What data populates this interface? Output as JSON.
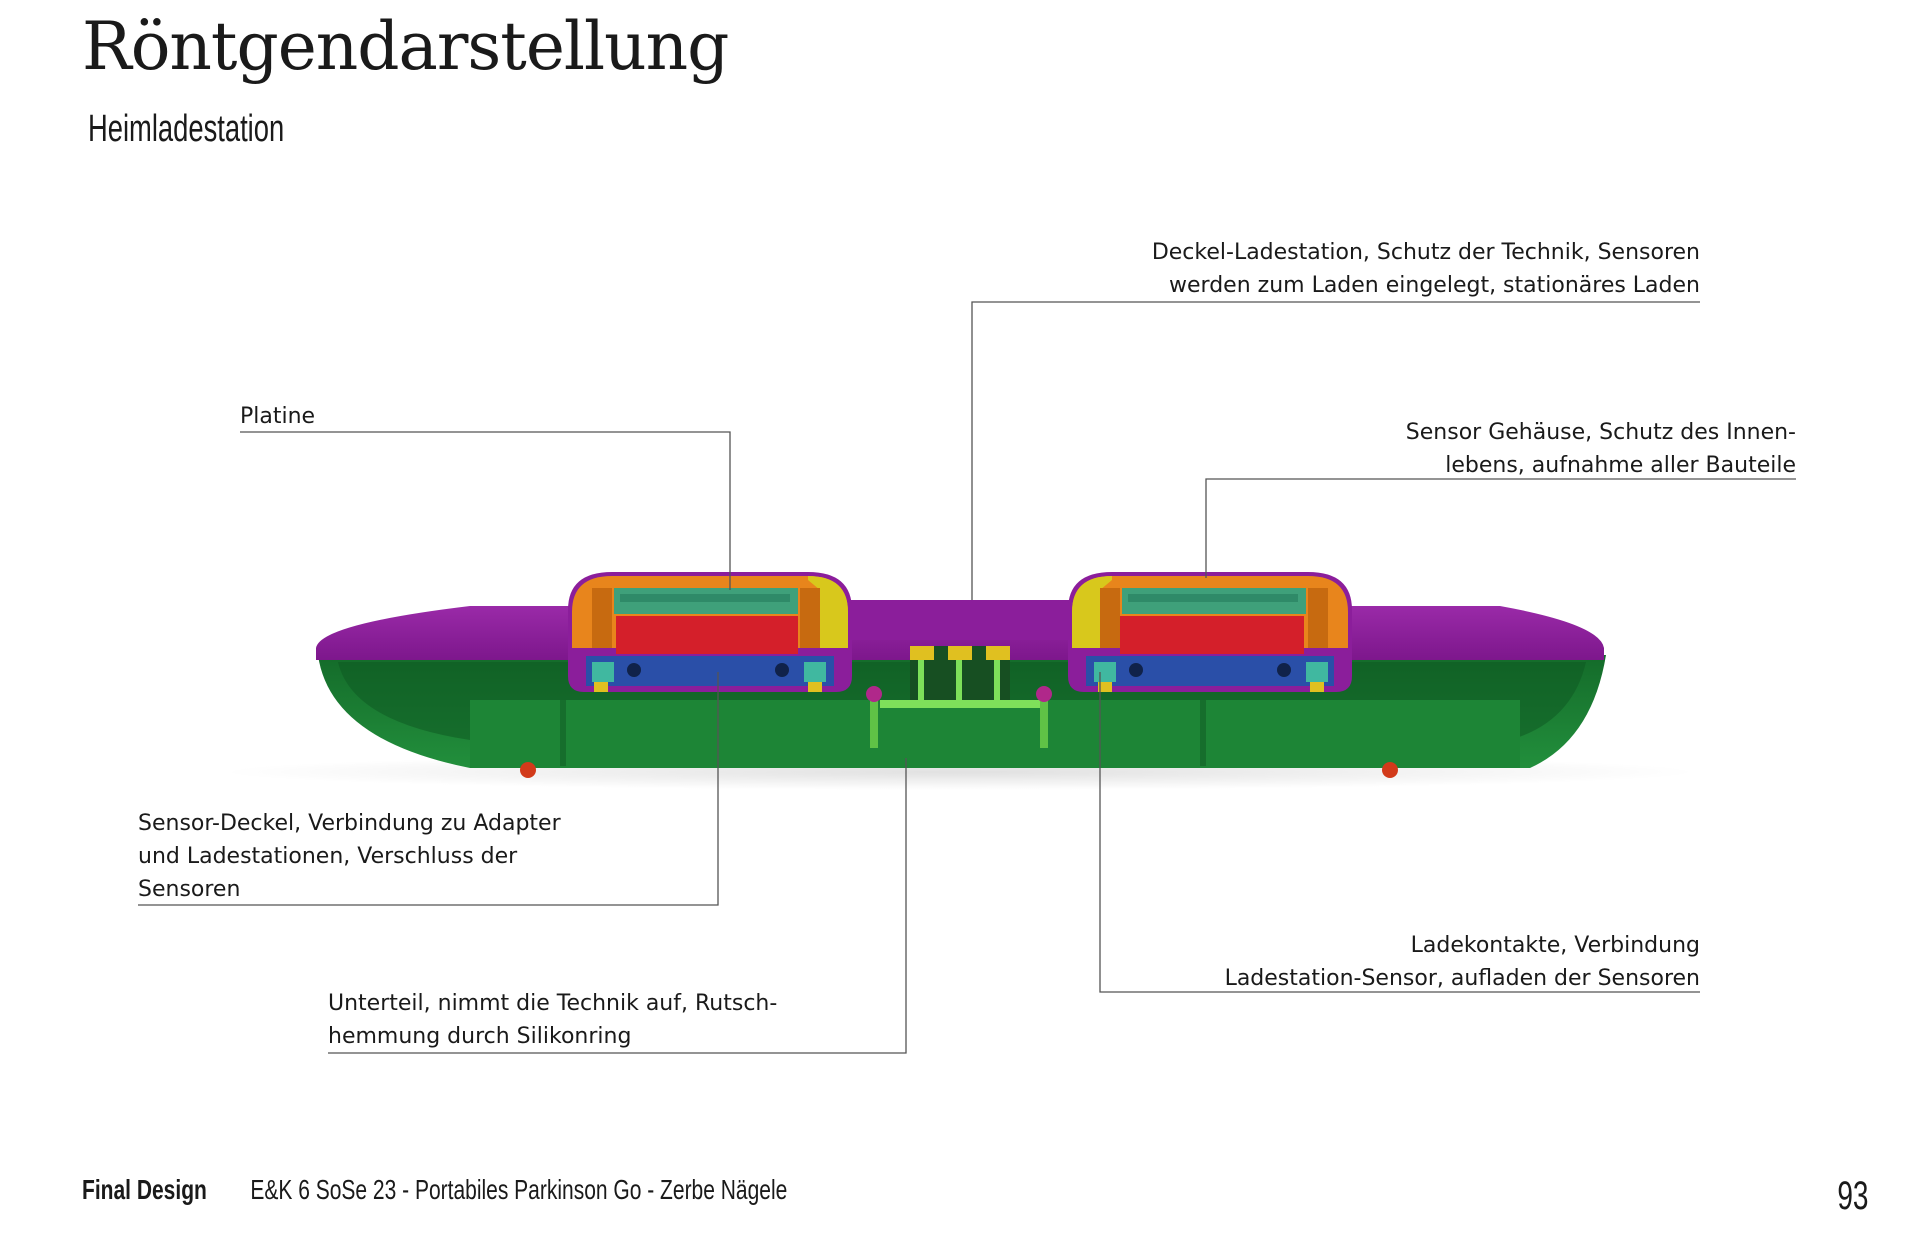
{
  "header": {
    "title": "Röntgendarstellung",
    "subtitle": "Heimladestation"
  },
  "annotations": {
    "deckel": [
      "Deckel-Ladestation,  Schutz der Technik, Sensoren",
      "werden zum Laden eingelegt,  stationäres Laden"
    ],
    "platine": [
      "Platine"
    ],
    "sensor_gehaeuse": [
      "Sensor Gehäuse, Schutz des Innen-",
      "lebens, aufnahme aller Bauteile"
    ],
    "sensor_deckel": [
      "Sensor-Deckel, Verbindung zu Adapter",
      "und Ladestationen, Verschluss der",
      "Sensoren"
    ],
    "ladekontakte": [
      "Ladekontakte, Verbindung",
      "Ladestation-Sensor, aufladen der Sensoren"
    ],
    "unterteil": [
      "Unterteil, nimmt die Technik auf, Rutsch-",
      "hemmung durch Silikonring"
    ]
  },
  "footer": {
    "section": "Final Design",
    "project": "E&K 6  SoSe 23  -  Portabiles  Parkinson Go  -  Zerbe  Nägele",
    "page_number": "93"
  },
  "colors": {
    "lid": "#8b1e9b",
    "base": "#1f8a3a",
    "housing": "#e8851c",
    "housing_edge": "#d8c81c",
    "battery": "#d41f2a",
    "board": "#3fa07a",
    "board_blue": "#2a4fa8",
    "contacts": "#7ee05a",
    "silicone": "#d23a1a",
    "leader_line": "#555555"
  }
}
